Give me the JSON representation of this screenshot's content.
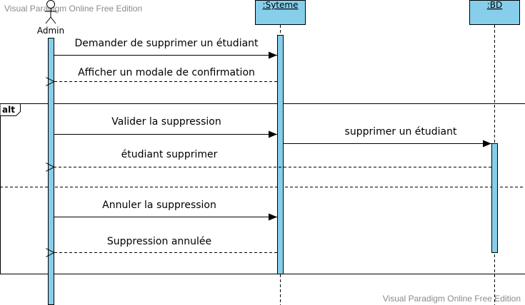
{
  "watermark_top": "Visual Paradigm Online Free Edition",
  "watermark_bottom": "Visual Paradigm Online Free Edition",
  "participants": {
    "actor": "Admin",
    "system": ":Syteme",
    "db": ":BD"
  },
  "fragment": {
    "operator": "alt"
  },
  "messages": {
    "m1": "Demander de supprimer un étudiant",
    "m2": "Afficher un modale de confirmation",
    "m3": "Valider la suppression",
    "m4": "supprimer un étudiant",
    "m5": "étudiant supprimer",
    "m6": "Annuler la suppression",
    "m7": "Suppression annulée"
  },
  "colors": {
    "header_fill": "#87CEEB",
    "activation_fill": "#87CEEB",
    "line": "#000000",
    "watermark": "#8a8a8a"
  }
}
